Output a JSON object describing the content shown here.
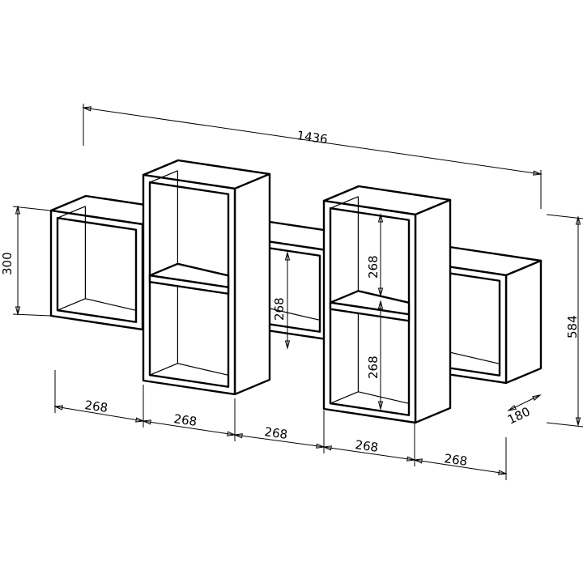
{
  "title": "Wall shelf dimensions drawing",
  "units_note": "",
  "dimensions": {
    "overall_width": "1436",
    "left_height": "300",
    "overall_height": "584",
    "depth": "180",
    "module_widths": [
      "268",
      "268",
      "268",
      "268",
      "268"
    ],
    "middle_compartment_height": "268",
    "right_tall_upper_height": "268",
    "right_tall_lower_height": "268"
  },
  "colors": {
    "line": "#000000",
    "background": "#ffffff"
  }
}
